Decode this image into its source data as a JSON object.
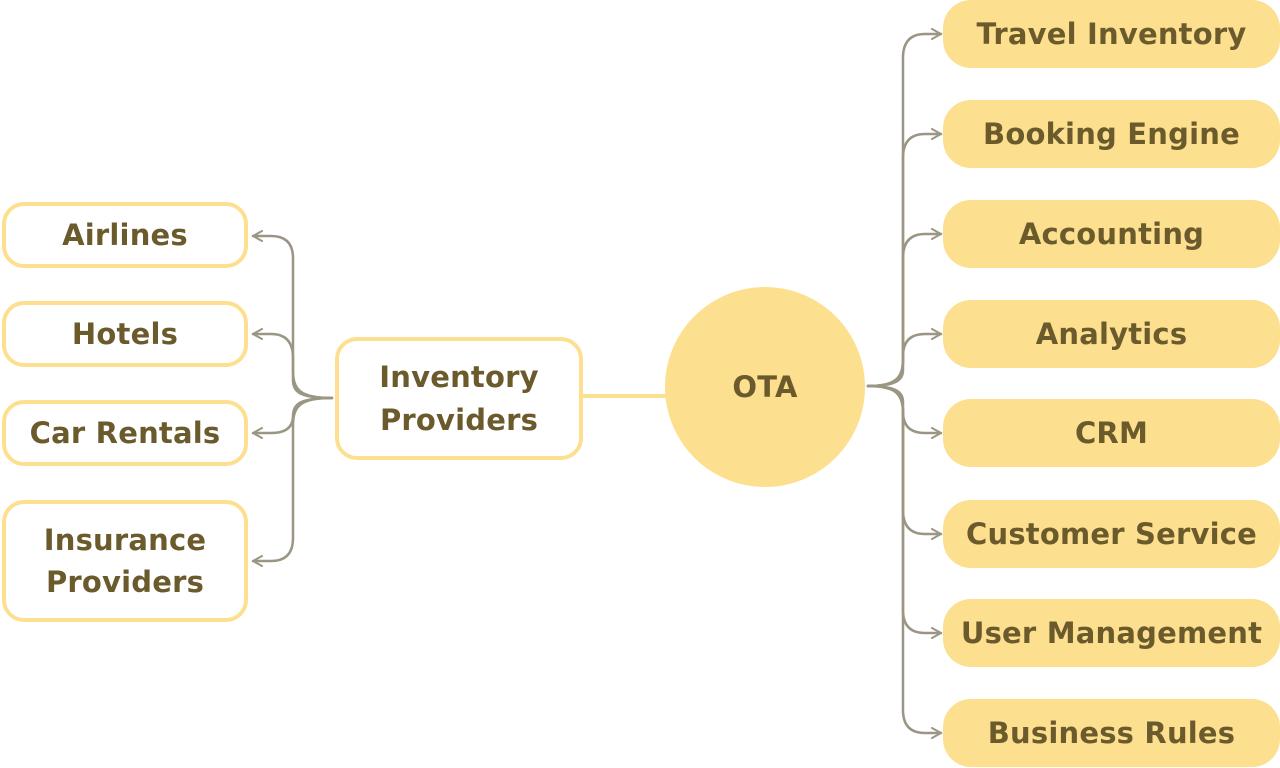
{
  "center": {
    "label": "OTA"
  },
  "inventory_providers": {
    "label_line1": "Inventory",
    "label_line2": "Providers"
  },
  "providers": [
    {
      "label": "Airlines"
    },
    {
      "label": "Hotels"
    },
    {
      "label": "Car Rentals"
    },
    {
      "label_line1": "Insurance",
      "label_line2": "Providers"
    }
  ],
  "modules": [
    {
      "label": "Travel Inventory"
    },
    {
      "label": "Booking Engine"
    },
    {
      "label": "Accounting"
    },
    {
      "label": "Analytics"
    },
    {
      "label": "CRM"
    },
    {
      "label": "Customer Service"
    },
    {
      "label": "User Management"
    },
    {
      "label": "Business Rules"
    }
  ],
  "colors": {
    "node_fill": "#fde08f",
    "node_border": "#fde08f",
    "text": "#6b5a2c",
    "connector": "#9b9684"
  }
}
